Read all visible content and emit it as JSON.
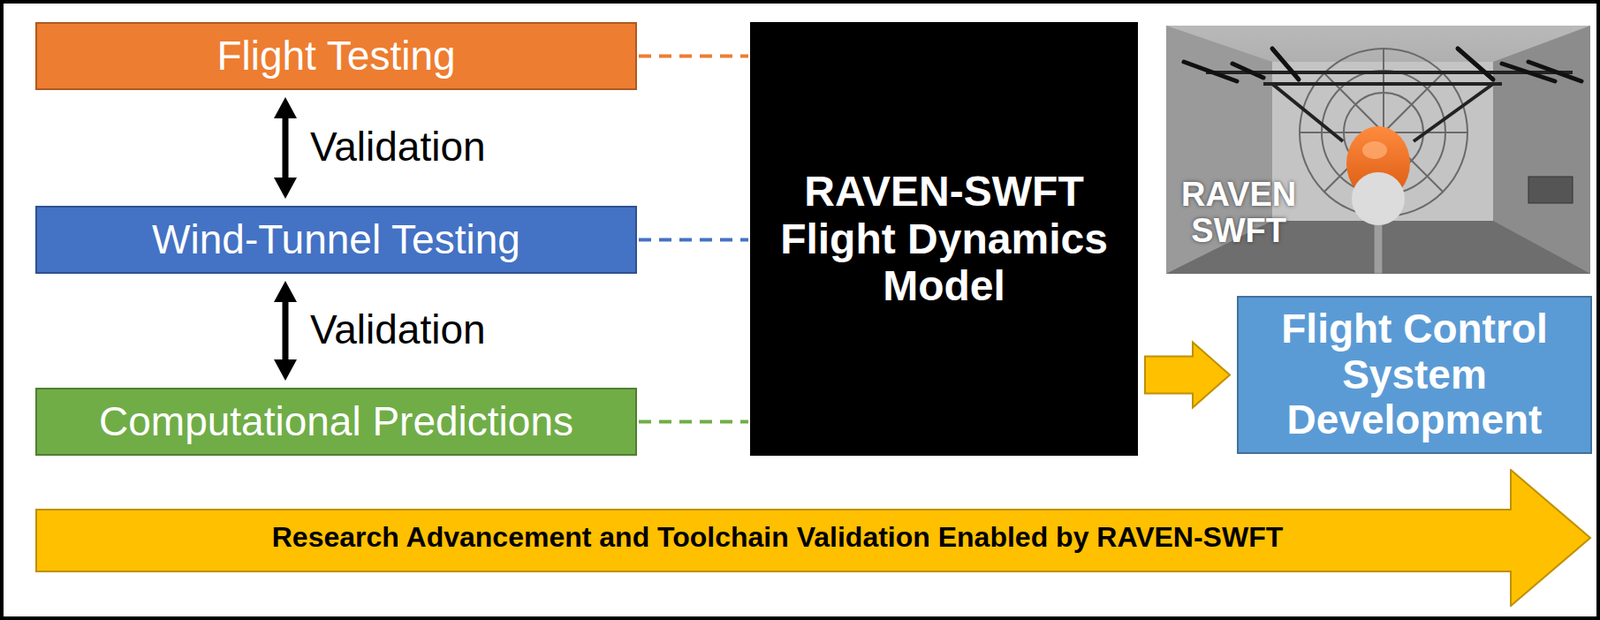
{
  "diagram": {
    "nodes": [
      {
        "text": [
          "Flight Testing"
        ]
      },
      {
        "text": [
          "Wind-Tunnel Testing"
        ]
      },
      {
        "text": [
          "Computational Predictions"
        ]
      },
      {
        "text": [
          "RAVEN-SWFT Flight Dynamics Model"
        ]
      },
      {
        "text": [
          "Flight Control System Development"
        ]
      },
      {
        "text": [
          "Research Advancement and Toolchain Validation Enabled by RAVEN-SWFT"
        ]
      }
    ],
    "edges": [
      {
        "from": 0,
        "to": 1,
        "label": "Validation",
        "arrow": "both"
      },
      {
        "from": 1,
        "to": 2,
        "label": "Validation",
        "arrow": "both"
      },
      {
        "from": 0,
        "to": 3,
        "arrow": "none"
      },
      {
        "from": 1,
        "to": 3,
        "arrow": "none"
      },
      {
        "from": 2,
        "to": 3,
        "arrow": "none"
      },
      {
        "from": 3,
        "to": 4,
        "arrow": "to"
      }
    ],
    "labels": [
      "RAVEN SWFT"
    ]
  }
}
